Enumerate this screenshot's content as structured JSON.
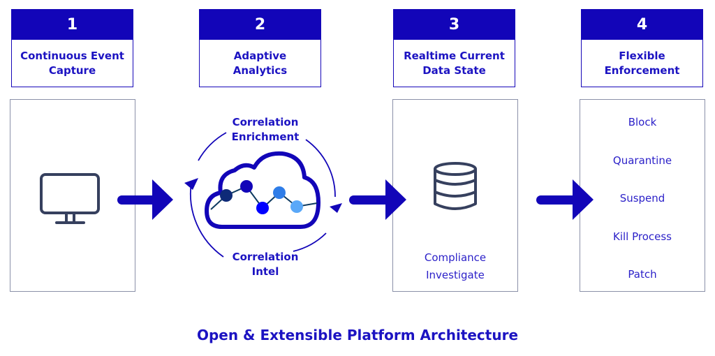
{
  "steps": [
    {
      "number": "1",
      "title": "Continuous Event Capture",
      "icon": "monitor-icon"
    },
    {
      "number": "2",
      "title": "Adaptive Analytics",
      "icon": "cloud-analytics-icon"
    },
    {
      "number": "3",
      "title": "Realtime Current Data State",
      "icon": "database-icon"
    },
    {
      "number": "4",
      "title": "Flexible Enforcement"
    }
  ],
  "analytics": {
    "top_label": "Correlation Enrichment",
    "bottom_label": "Correlation Intel",
    "node_colors": [
      "#0e2a78",
      "#1205b8",
      "#0000ff",
      "#2f7de8",
      "#5aa8f8"
    ]
  },
  "data_state": {
    "labels": [
      "Compliance",
      "Investigate"
    ]
  },
  "enforcement": {
    "actions": [
      "Block",
      "Quarantine",
      "Suspend",
      "Kill Process",
      "Patch"
    ]
  },
  "footer": "Open & Extensible Platform Architecture",
  "colors": {
    "brand": "#1205b8",
    "text": "#1c13c2",
    "icon": "#36405e",
    "box_border": "#8a90a8"
  }
}
